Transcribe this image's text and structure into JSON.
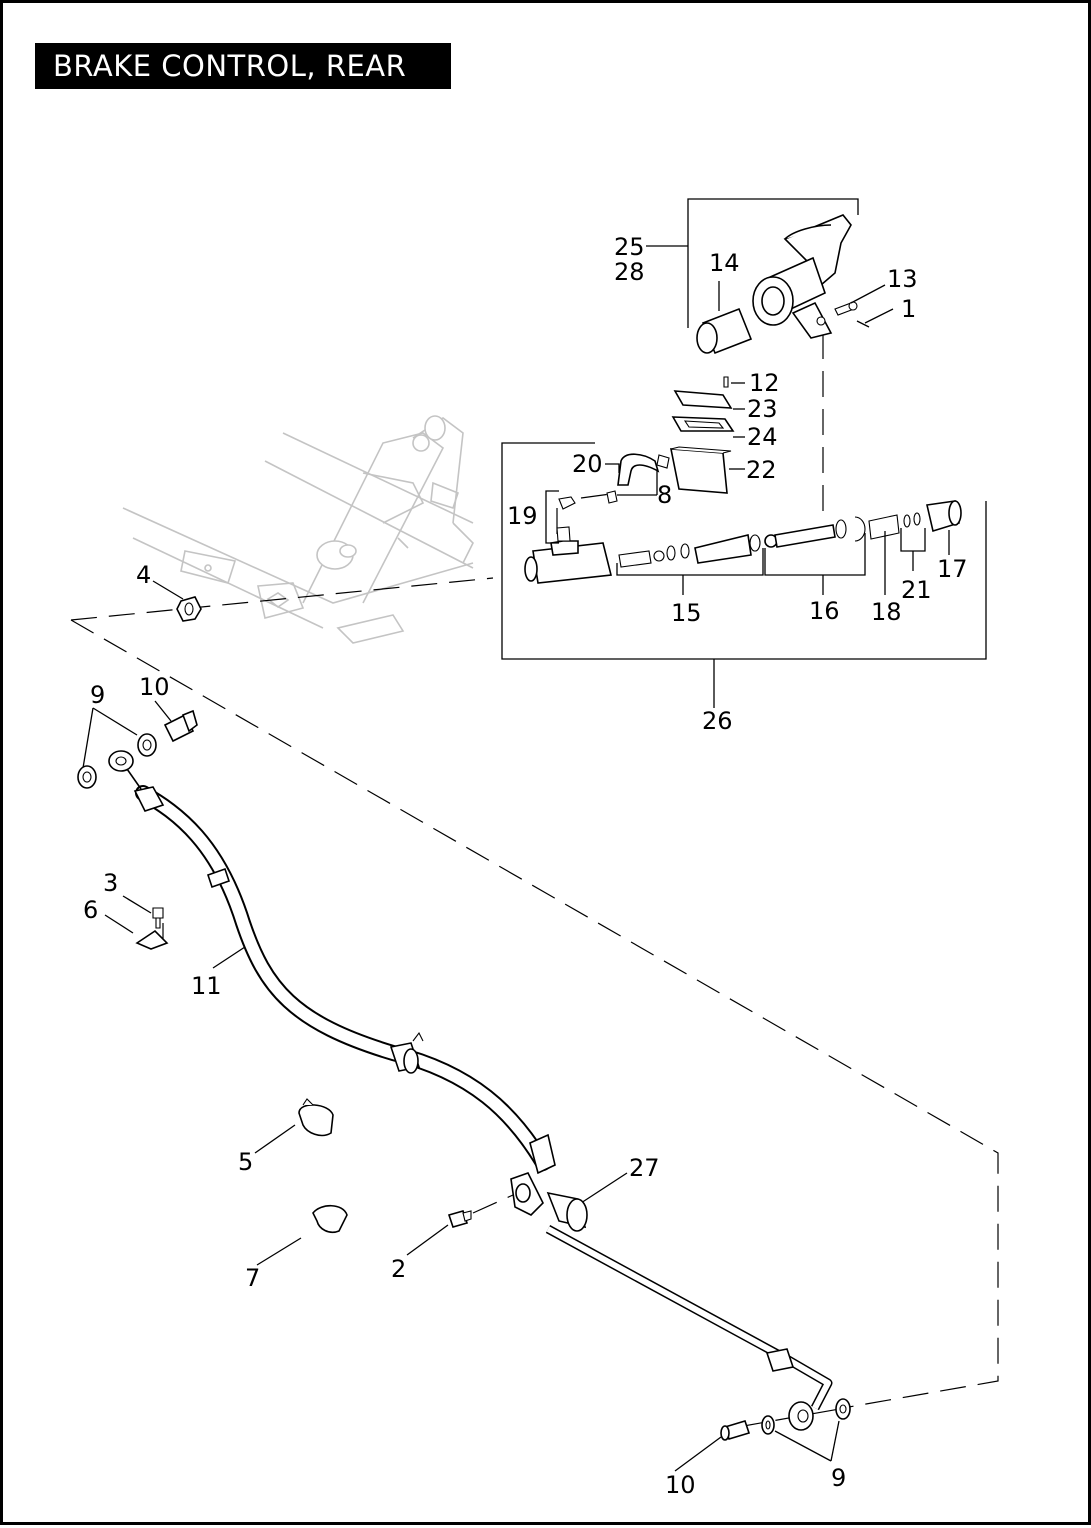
{
  "title": "BRAKE CONTROL, REAR",
  "callouts": [
    "1",
    "2",
    "3",
    "4",
    "5",
    "6",
    "7",
    "8",
    "9",
    "10",
    "11",
    "12",
    "13",
    "14",
    "15",
    "16",
    "17",
    "18",
    "19",
    "20",
    "21",
    "22",
    "23",
    "24",
    "25",
    "26",
    "27",
    "28"
  ]
}
